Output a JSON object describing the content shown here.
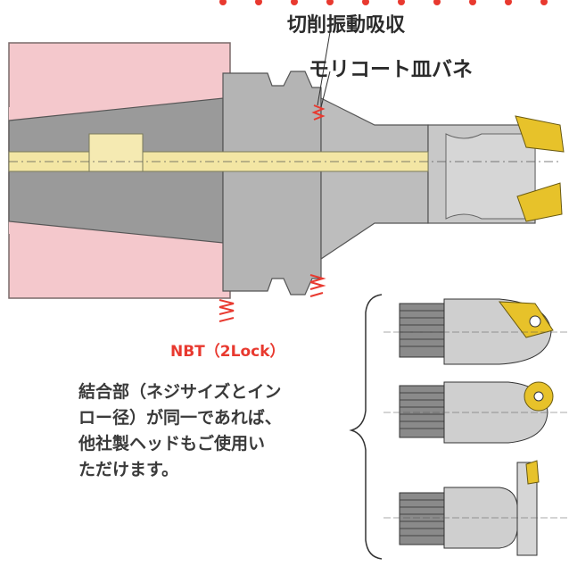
{
  "labels": {
    "top_line1": "切削振動吸収",
    "top_line2": "モリコート皿バネ",
    "nbt": "NBT（2Lock）"
  },
  "description": {
    "lines": [
      "結合部（ネジサイズとイン",
      "ロー径）が同一であれば、",
      "他社製ヘッドもご使用い",
      "ただけます。"
    ]
  },
  "colors": {
    "spindle_pink": "#f4c8cc",
    "body_gray": "#a9a9a9",
    "bore_yellow": "#f3e6a4",
    "insert_gold": "#e7c22a",
    "spring_red": "#e8392f",
    "text_dark": "#2b2b2b"
  }
}
